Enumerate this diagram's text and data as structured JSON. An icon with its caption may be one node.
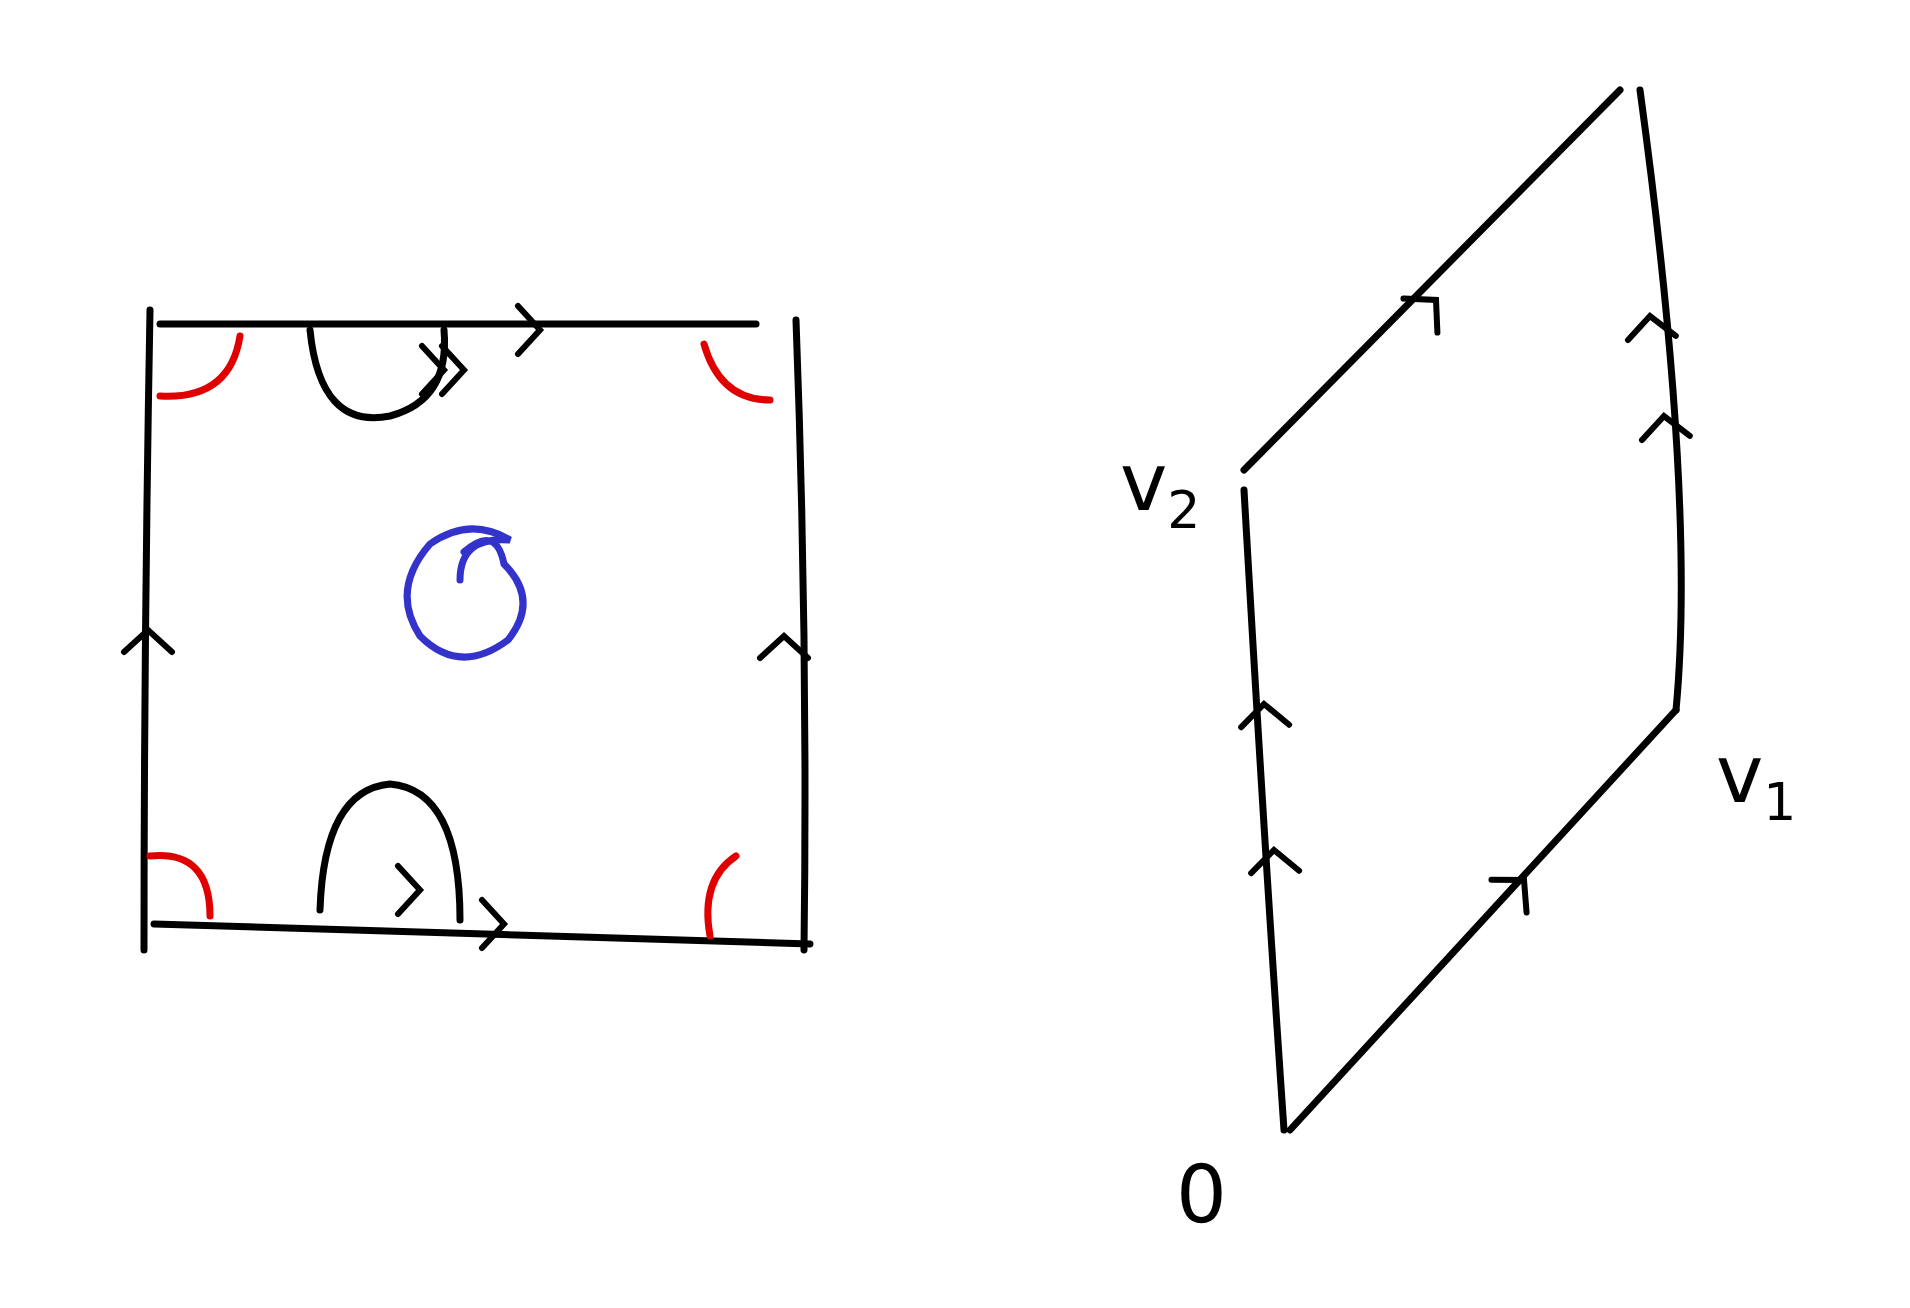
{
  "diagram": {
    "labels": [
      "v$_{2}$",
      "v$_{1}$",
      "0"
    ]
  }
}
